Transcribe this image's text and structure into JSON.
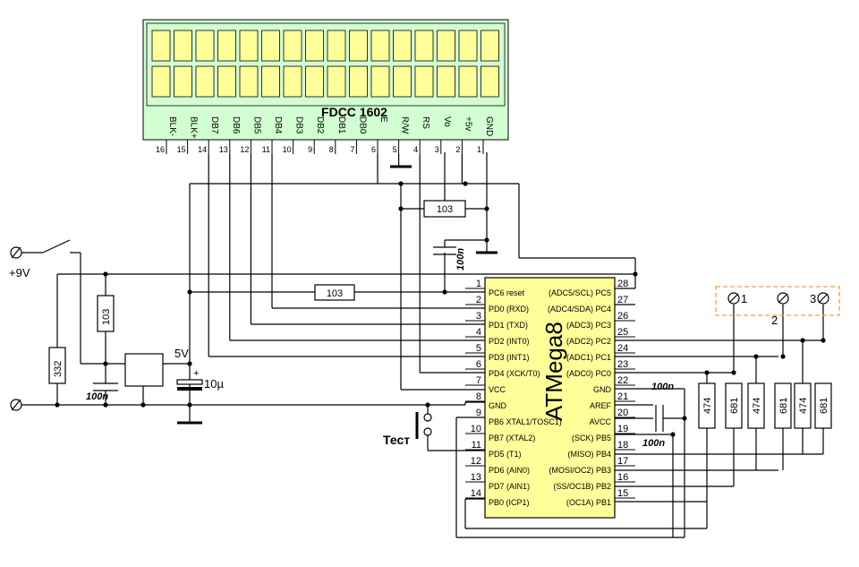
{
  "lcd": {
    "model": "FDCC 1602",
    "pins": [
      {
        "name": "BLK-",
        "num": "16"
      },
      {
        "name": "BLK+",
        "num": "15"
      },
      {
        "name": "DB7",
        "num": "14"
      },
      {
        "name": "DB6",
        "num": "13"
      },
      {
        "name": "DB5",
        "num": "12"
      },
      {
        "name": "DB4",
        "num": "11"
      },
      {
        "name": "DB3",
        "num": "10"
      },
      {
        "name": "DB2",
        "num": "9"
      },
      {
        "name": "DB1",
        "num": "8"
      },
      {
        "name": "DB0",
        "num": "7"
      },
      {
        "name": "E",
        "num": "6"
      },
      {
        "name": "R/W",
        "num": "5"
      },
      {
        "name": "RS",
        "num": "4"
      },
      {
        "name": "Vo",
        "num": "3"
      },
      {
        "name": "+5v",
        "num": "2"
      },
      {
        "name": "GND",
        "num": "1"
      }
    ]
  },
  "mcu": {
    "name": "ATMega8",
    "left_pins": [
      {
        "num": "1",
        "label": "PC6 reset"
      },
      {
        "num": "2",
        "label": "PD0 (RXD)"
      },
      {
        "num": "3",
        "label": "PD1 (TXD)"
      },
      {
        "num": "4",
        "label": "PD2 (INT0)"
      },
      {
        "num": "5",
        "label": "PD3 (INT1)"
      },
      {
        "num": "6",
        "label": "PD4 (XCK/T0)"
      },
      {
        "num": "7",
        "label": "VCC"
      },
      {
        "num": "8",
        "label": "GND"
      },
      {
        "num": "9",
        "label": "PB6 XTAL1/TOSC1)"
      },
      {
        "num": "10",
        "label": "PB7 (XTAL2)"
      },
      {
        "num": "11",
        "label": "PD5  (T1)"
      },
      {
        "num": "12",
        "label": "PD6 (AIN0)"
      },
      {
        "num": "13",
        "label": "PD7 (AIN1)"
      },
      {
        "num": "14",
        "label": "PB0 (ICP1)"
      }
    ],
    "right_pins": [
      {
        "num": "28",
        "label": "(ADC5/SCL) PC5"
      },
      {
        "num": "27",
        "label": "(ADC4/SDA) PC4"
      },
      {
        "num": "26",
        "label": "(ADC3) PC3"
      },
      {
        "num": "25",
        "label": "(ADC2) PC2"
      },
      {
        "num": "24",
        "label": "(ADC1) PC1"
      },
      {
        "num": "23",
        "label": "(ADC0) PC0"
      },
      {
        "num": "22",
        "label": "GND"
      },
      {
        "num": "21",
        "label": "AREF"
      },
      {
        "num": "20",
        "label": "AVCC"
      },
      {
        "num": "19",
        "label": "(SCK) PB5"
      },
      {
        "num": "18",
        "label": "(MISO) PB4"
      },
      {
        "num": "17",
        "label": "(MOSI/OC2) PB3"
      },
      {
        "num": "16",
        "label": "(SS/OC1B) PB2"
      },
      {
        "num": "15",
        "label": "(OC1A) PB1"
      }
    ]
  },
  "labels": {
    "supply": "+9V",
    "vcc5": "5V",
    "cap_electrolytic": "10µ",
    "cap_100n_left": "100n",
    "cap_100n_lcd": "100n",
    "cap_100n_aref": "100n",
    "cap_100n_avcc": "100n",
    "res_103_pot": "103",
    "res_103_reset": "103",
    "res_103_vert": "103",
    "res_332": "332",
    "test_button": "Тест",
    "res_474_a": "474",
    "res_681_a": "681",
    "res_474_b": "474",
    "res_681_b": "681",
    "res_474_c": "474",
    "res_681_c": "681",
    "term_1": "1",
    "term_2": "2",
    "term_3": "3"
  },
  "colors": {
    "lcd_body": "#d2ffd2",
    "lcd_cell": "#ffff99",
    "mcu_body": "#ffff99",
    "terminal_box": "#f5a040"
  }
}
